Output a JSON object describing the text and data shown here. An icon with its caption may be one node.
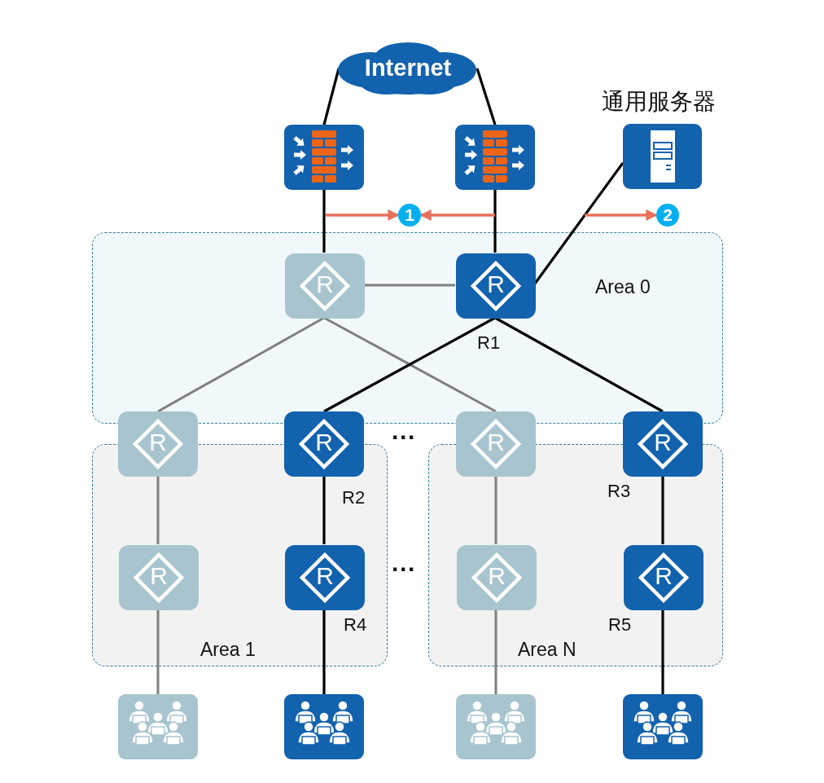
{
  "diagram": {
    "nodes": [
      {
        "text": [
          "Area 0"
        ]
      },
      {
        "text": [
          "Area 1"
        ]
      },
      {
        "text": [
          "Area N"
        ]
      },
      {
        "text": [
          "Internet"
        ]
      },
      {
        "text": [],
        "shape": "picture"
      },
      {
        "text": [],
        "shape": "picture"
      },
      {
        "text": [
          "通用服务器"
        ]
      },
      {
        "text": [
          "R"
        ],
        "in": 0
      },
      {
        "text": [
          "R"
        ],
        "in": 0,
        "beside": [
          "R1"
        ]
      },
      {
        "text": [
          "R"
        ]
      },
      {
        "text": [
          "R"
        ],
        "beside": [
          "R2"
        ]
      },
      {
        "text": [
          "R"
        ]
      },
      {
        "text": [
          "R"
        ],
        "beside": [
          "R3"
        ]
      },
      {
        "text": [
          "R"
        ],
        "in": 1
      },
      {
        "text": [
          "R"
        ],
        "in": 1,
        "beside": [
          "R4"
        ]
      },
      {
        "text": [
          "R"
        ],
        "in": 2
      },
      {
        "text": [
          "R"
        ],
        "in": 2,
        "beside": [
          "R5"
        ]
      },
      {
        "text": [],
        "shape": "picture"
      },
      {
        "text": [],
        "shape": "picture"
      },
      {
        "text": [],
        "shape": "picture"
      },
      {
        "text": [],
        "shape": "picture"
      },
      {
        "text": [
          "1"
        ]
      },
      {
        "text": [
          "2"
        ]
      }
    ],
    "edges": [
      {
        "from": 3,
        "to": 4,
        "arrow": "none"
      },
      {
        "from": 3,
        "to": 5,
        "arrow": "none"
      },
      {
        "from": 4,
        "to": 7,
        "arrow": "none"
      },
      {
        "from": 5,
        "to": 8,
        "arrow": "none"
      },
      {
        "from": 6,
        "to": 8,
        "arrow": "none"
      },
      {
        "from": 7,
        "to": 8,
        "arrow": "none",
        "color": "#7f7f7f"
      },
      {
        "from": 7,
        "to": 9,
        "arrow": "none",
        "color": "#7f7f7f"
      },
      {
        "from": 7,
        "to": 11,
        "arrow": "none",
        "color": "#7f7f7f"
      },
      {
        "from": 8,
        "to": 10,
        "arrow": "none"
      },
      {
        "from": 8,
        "to": 12,
        "arrow": "none"
      },
      {
        "from": 9,
        "to": 13,
        "arrow": "none",
        "color": "#7f7f7f"
      },
      {
        "from": 10,
        "to": 14,
        "arrow": "none"
      },
      {
        "from": 11,
        "to": 15,
        "arrow": "none",
        "color": "#7f7f7f"
      },
      {
        "from": 12,
        "to": 16,
        "arrow": "none"
      },
      {
        "from": 13,
        "to": 17,
        "arrow": "none",
        "color": "#7f7f7f"
      },
      {
        "from": 14,
        "to": 18,
        "arrow": "none"
      },
      {
        "from": 15,
        "to": 19,
        "arrow": "none",
        "color": "#7f7f7f"
      },
      {
        "from": 16,
        "to": 20,
        "arrow": "none"
      },
      {
        "from": null,
        "to": 21,
        "arrow": "to",
        "color": "#e8705a"
      },
      {
        "from": null,
        "to": 21,
        "arrow": "to",
        "color": "#e8705a"
      },
      {
        "from": null,
        "to": 22,
        "arrow": "to",
        "color": "#e8705a"
      }
    ],
    "labels": [
      "···",
      "···"
    ]
  }
}
